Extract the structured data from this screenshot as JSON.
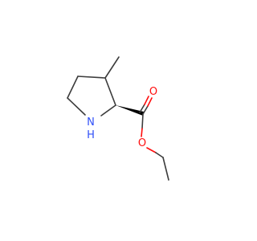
{
  "molecule": {
    "atoms": {
      "nitrogen": {
        "symbol": "N",
        "hydrogen": "H",
        "color": "#3050f8"
      },
      "carbonyl_oxygen": {
        "symbol": "O",
        "color": "#ff0d0d"
      },
      "ester_oxygen": {
        "symbol": "O",
        "color": "#ff0d0d"
      }
    },
    "colors": {
      "carbon_bond": "#3c3c3c",
      "oxygen": "#ff0d0d",
      "nitrogen": "#3050f8",
      "wedge": "#000000",
      "background": "#ffffff"
    }
  }
}
